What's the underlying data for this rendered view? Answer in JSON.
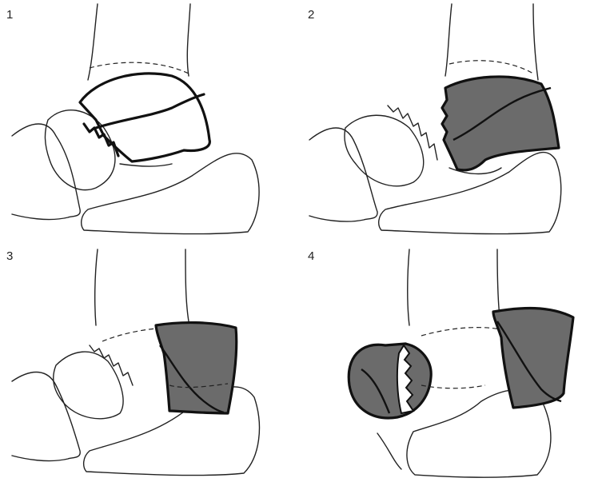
{
  "panels": [
    {
      "label": "1"
    },
    {
      "label": "2"
    },
    {
      "label": "3"
    },
    {
      "label": "4"
    }
  ],
  "colors": {
    "line": "#222222",
    "shaded_fragment": "#6b6b6b",
    "background": "#ffffff"
  }
}
